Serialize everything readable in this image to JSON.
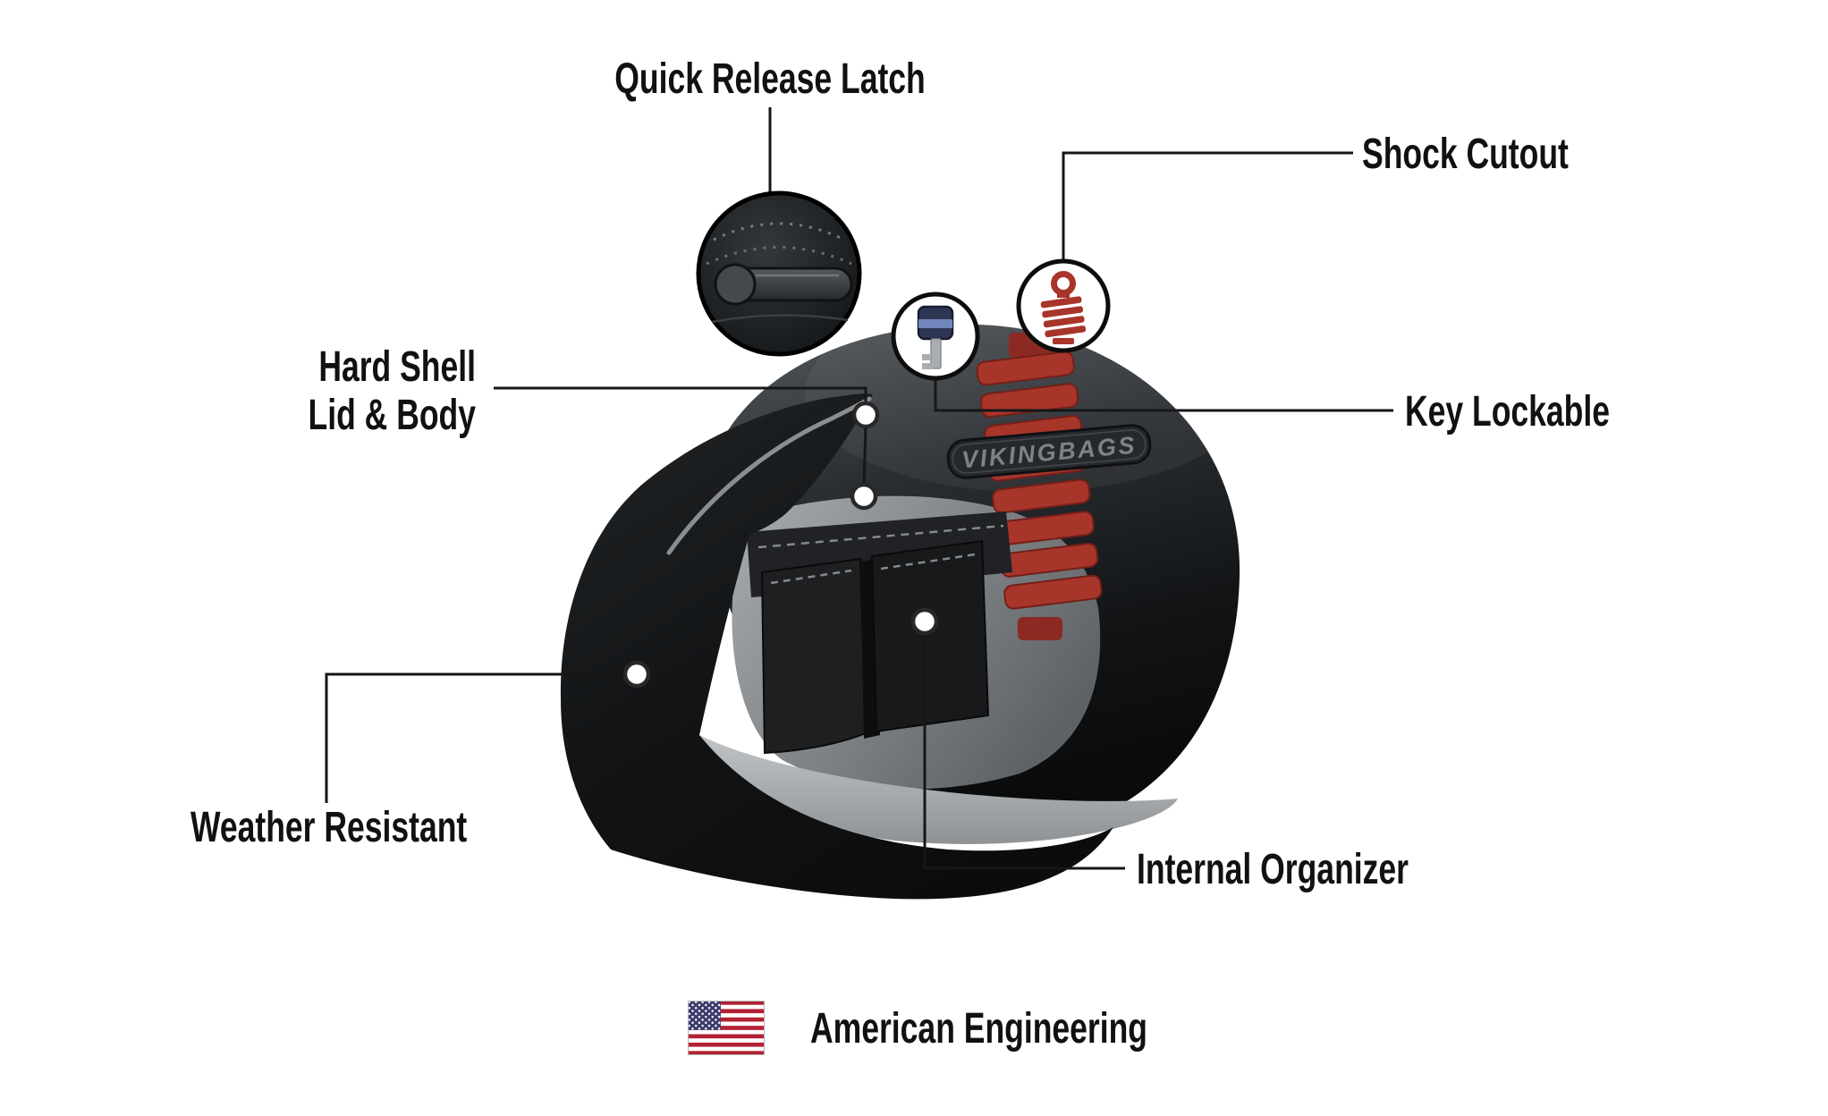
{
  "diagram": {
    "brand_plate": "VIKINGBAGS",
    "labels": {
      "quick_release_latch": "Quick Release Latch",
      "shock_cutout": "Shock Cutout",
      "hard_shell_line1": "Hard Shell",
      "hard_shell_line2": "Lid & Body",
      "key_lockable": "Key Lockable",
      "weather_resistant": "Weather Resistant",
      "internal_organizer": "Internal Organizer",
      "american_engineering": "American Engineering"
    },
    "icons": {
      "latch": "latch-inset-icon",
      "key": "key-icon",
      "shock": "shock-icon",
      "flag": "us-flag-icon"
    },
    "colors": {
      "background": "#FFFFFF",
      "label_text": "#111111",
      "bag_black": "#121416",
      "lid_gray": "#4B5055",
      "interior_gray": "#9EA2A5",
      "piping_gray": "#90959A",
      "shock_red": "#A8352A",
      "flag_red": "#B22234",
      "flag_blue": "#3C3B6E"
    }
  }
}
